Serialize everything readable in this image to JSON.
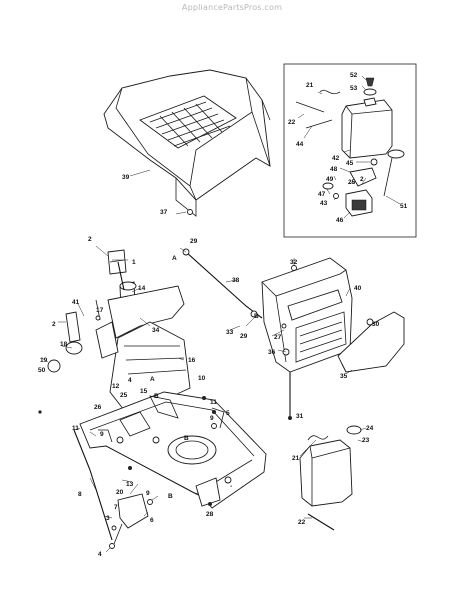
{
  "watermark": "AppliancePartsPros.com",
  "callouts": [
    {
      "text": "52"
    },
    {
      "text": "53"
    },
    {
      "text": "21"
    },
    {
      "text": "22"
    },
    {
      "text": "44"
    },
    {
      "text": "42"
    },
    {
      "text": "45"
    },
    {
      "text": "48"
    },
    {
      "text": "49"
    },
    {
      "text": "25"
    },
    {
      "text": "2"
    },
    {
      "text": "47"
    },
    {
      "text": "43"
    },
    {
      "text": "46"
    },
    {
      "text": "51"
    },
    {
      "text": "39"
    },
    {
      "text": "37"
    },
    {
      "text": "29"
    },
    {
      "text": "2"
    },
    {
      "text": "1"
    },
    {
      "text": "A"
    },
    {
      "text": "32"
    },
    {
      "text": "38"
    },
    {
      "text": "40"
    },
    {
      "text": "14"
    },
    {
      "text": "41"
    },
    {
      "text": "17"
    },
    {
      "text": "2"
    },
    {
      "text": "34"
    },
    {
      "text": "33"
    },
    {
      "text": "29"
    },
    {
      "text": "B"
    },
    {
      "text": "27"
    },
    {
      "text": "30"
    },
    {
      "text": "18"
    },
    {
      "text": "19"
    },
    {
      "text": "50"
    },
    {
      "text": "36"
    },
    {
      "text": "16"
    },
    {
      "text": "35"
    },
    {
      "text": "4"
    },
    {
      "text": "A"
    },
    {
      "text": "10"
    },
    {
      "text": "12"
    },
    {
      "text": "25"
    },
    {
      "text": "15"
    },
    {
      "text": "26"
    },
    {
      "text": "B"
    },
    {
      "text": "11"
    },
    {
      "text": "5"
    },
    {
      "text": "9"
    },
    {
      "text": "31"
    },
    {
      "text": "11"
    },
    {
      "text": "9"
    },
    {
      "text": "B"
    },
    {
      "text": "24"
    },
    {
      "text": "23"
    },
    {
      "text": "21"
    },
    {
      "text": "13"
    },
    {
      "text": "8"
    },
    {
      "text": "20"
    },
    {
      "text": "9"
    },
    {
      "text": "B"
    },
    {
      "text": "7"
    },
    {
      "text": "28"
    },
    {
      "text": "3"
    },
    {
      "text": "6"
    },
    {
      "text": "22"
    },
    {
      "text": "4"
    },
    {
      "text": "-"
    }
  ]
}
